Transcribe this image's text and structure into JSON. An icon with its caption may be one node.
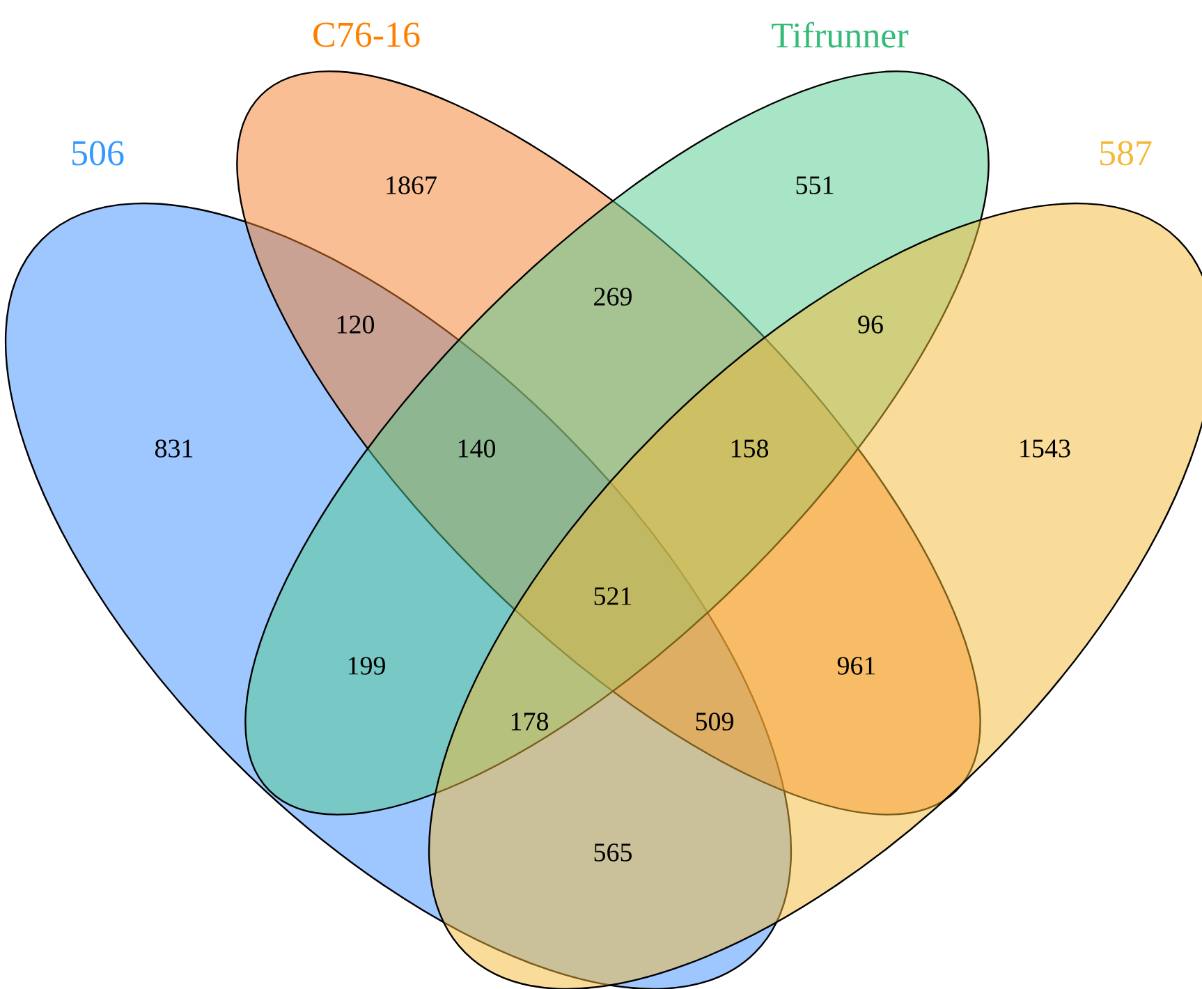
{
  "diagram": {
    "nodes": [
      {
        "text": [
          "506"
        ]
      },
      {
        "text": [
          "C76-16"
        ]
      },
      {
        "text": [
          "Tifrunner"
        ]
      },
      {
        "text": [
          "587"
        ]
      }
    ],
    "labels": [
      "1867",
      "551",
      "120",
      "269",
      "96",
      "831",
      "140",
      "158",
      "1543",
      "521",
      "199",
      "961",
      "178",
      "509",
      "565"
    ]
  }
}
